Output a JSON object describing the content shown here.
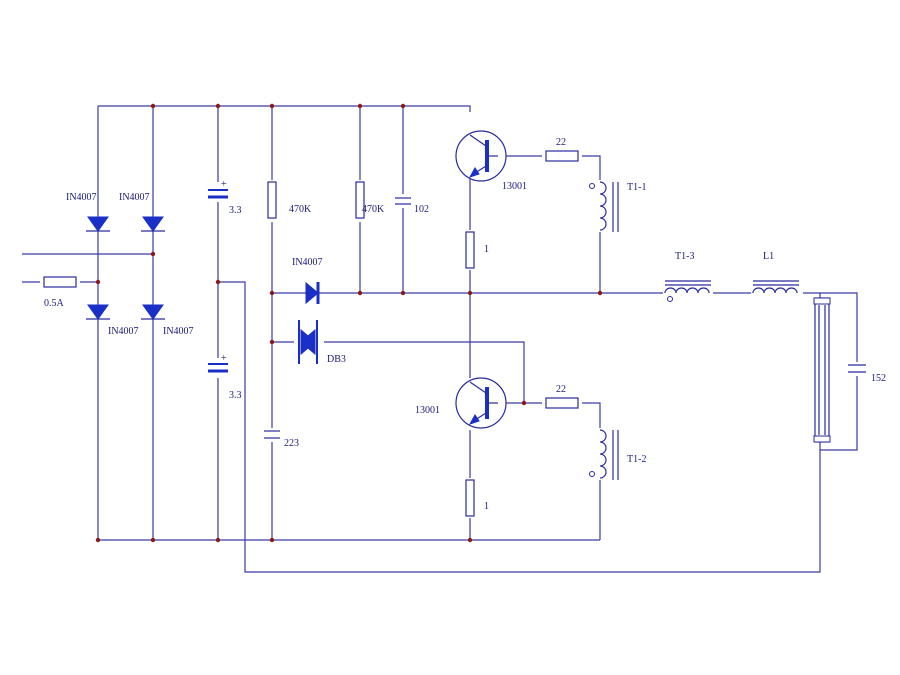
{
  "colors": {
    "wire": "#3a3aa8",
    "component": "#1a2fc8",
    "junction": "#8b1a1a"
  },
  "labels": {
    "d1": "IN4007",
    "d2": "IN4007",
    "d3": "IN4007",
    "d4": "IN4007",
    "fuse": "0.5A",
    "c_top": "3.3",
    "c_bot": "3.3",
    "r1": "470K",
    "r2": "470K",
    "c102": "102",
    "d5": "IN4007",
    "db3": "DB3",
    "c223": "223",
    "q1": "13001",
    "q2": "13001",
    "rb1": "22",
    "rb2": "22",
    "re1": "1",
    "re2": "1",
    "t11": "T1-1",
    "t12": "T1-2",
    "t13": "T1-3",
    "l1": "L1",
    "c152": "152"
  }
}
